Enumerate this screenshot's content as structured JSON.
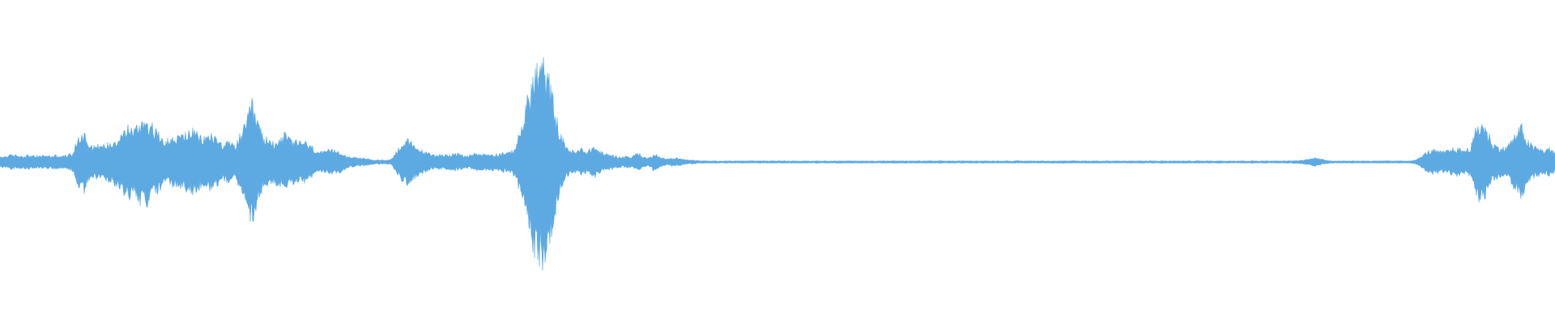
{
  "waveform": {
    "color": "#5DAAE3",
    "background": "#FFFFFF",
    "amplitude_envelope": [
      0.05,
      0.06,
      0.07,
      0.07,
      0.06,
      0.07,
      0.06,
      0.06,
      0.07,
      0.06,
      0.07,
      0.06,
      0.07,
      0.09,
      0.25,
      0.3,
      0.18,
      0.17,
      0.16,
      0.18,
      0.2,
      0.24,
      0.3,
      0.36,
      0.32,
      0.4,
      0.45,
      0.38,
      0.3,
      0.25,
      0.22,
      0.24,
      0.26,
      0.28,
      0.32,
      0.3,
      0.24,
      0.26,
      0.28,
      0.22,
      0.18,
      0.2,
      0.16,
      0.28,
      0.38,
      0.6,
      0.42,
      0.26,
      0.22,
      0.2,
      0.24,
      0.28,
      0.22,
      0.2,
      0.22,
      0.18,
      0.14,
      0.1,
      0.1,
      0.12,
      0.12,
      0.1,
      0.06,
      0.05,
      0.04,
      0.04,
      0.03,
      0.02,
      0.02,
      0.02,
      0.03,
      0.12,
      0.2,
      0.22,
      0.16,
      0.13,
      0.1,
      0.08,
      0.07,
      0.08,
      0.07,
      0.09,
      0.08,
      0.06,
      0.07,
      0.09,
      0.08,
      0.08,
      0.08,
      0.08,
      0.1,
      0.09,
      0.14,
      0.3,
      0.55,
      0.8,
      0.95,
      1.0,
      0.85,
      0.6,
      0.3,
      0.18,
      0.12,
      0.1,
      0.14,
      0.1,
      0.16,
      0.12,
      0.08,
      0.08,
      0.06,
      0.05,
      0.06,
      0.05,
      0.1,
      0.05,
      0.04,
      0.09,
      0.05,
      0.03,
      0.04,
      0.04,
      0.03,
      0.02,
      0.02,
      0.012,
      0.012,
      0.01,
      0.012,
      0.01,
      0.012,
      0.01,
      0.012,
      0.01,
      0.012,
      0.01,
      0.012,
      0.01,
      0.012,
      0.01,
      0.012,
      0.01,
      0.012,
      0.01,
      0.012,
      0.01,
      0.012,
      0.01,
      0.012,
      0.01,
      0.012,
      0.01,
      0.012,
      0.01,
      0.012,
      0.01,
      0.012,
      0.01,
      0.012,
      0.01,
      0.012,
      0.01,
      0.012,
      0.01,
      0.012,
      0.01,
      0.012,
      0.01,
      0.012,
      0.01,
      0.012,
      0.01,
      0.012,
      0.01,
      0.012,
      0.01,
      0.012,
      0.01,
      0.012,
      0.01,
      0.012,
      0.01,
      0.012,
      0.01,
      0.012,
      0.01,
      0.012,
      0.01,
      0.012,
      0.01,
      0.012,
      0.01,
      0.012,
      0.01,
      0.012,
      0.01,
      0.012,
      0.01,
      0.012,
      0.01,
      0.012,
      0.01,
      0.012,
      0.01,
      0.012,
      0.01,
      0.012,
      0.01,
      0.012,
      0.01,
      0.012,
      0.01,
      0.012,
      0.01,
      0.012,
      0.01,
      0.012,
      0.01,
      0.012,
      0.01,
      0.012,
      0.01,
      0.012,
      0.01,
      0.012,
      0.01,
      0.012,
      0.01,
      0.012,
      0.01,
      0.012,
      0.012,
      0.015,
      0.02,
      0.03,
      0.05,
      0.03,
      0.02,
      0.012,
      0.01,
      0.012,
      0.01,
      0.012,
      0.01,
      0.012,
      0.01,
      0.012,
      0.01,
      0.012,
      0.01,
      0.012,
      0.01,
      0.012,
      0.02,
      0.05,
      0.1,
      0.12,
      0.11,
      0.1,
      0.12,
      0.14,
      0.13,
      0.12,
      0.16,
      0.35,
      0.4,
      0.3,
      0.18,
      0.15,
      0.14,
      0.2,
      0.28,
      0.36,
      0.22,
      0.16,
      0.14,
      0.12,
      0.14,
      0.1
    ]
  }
}
